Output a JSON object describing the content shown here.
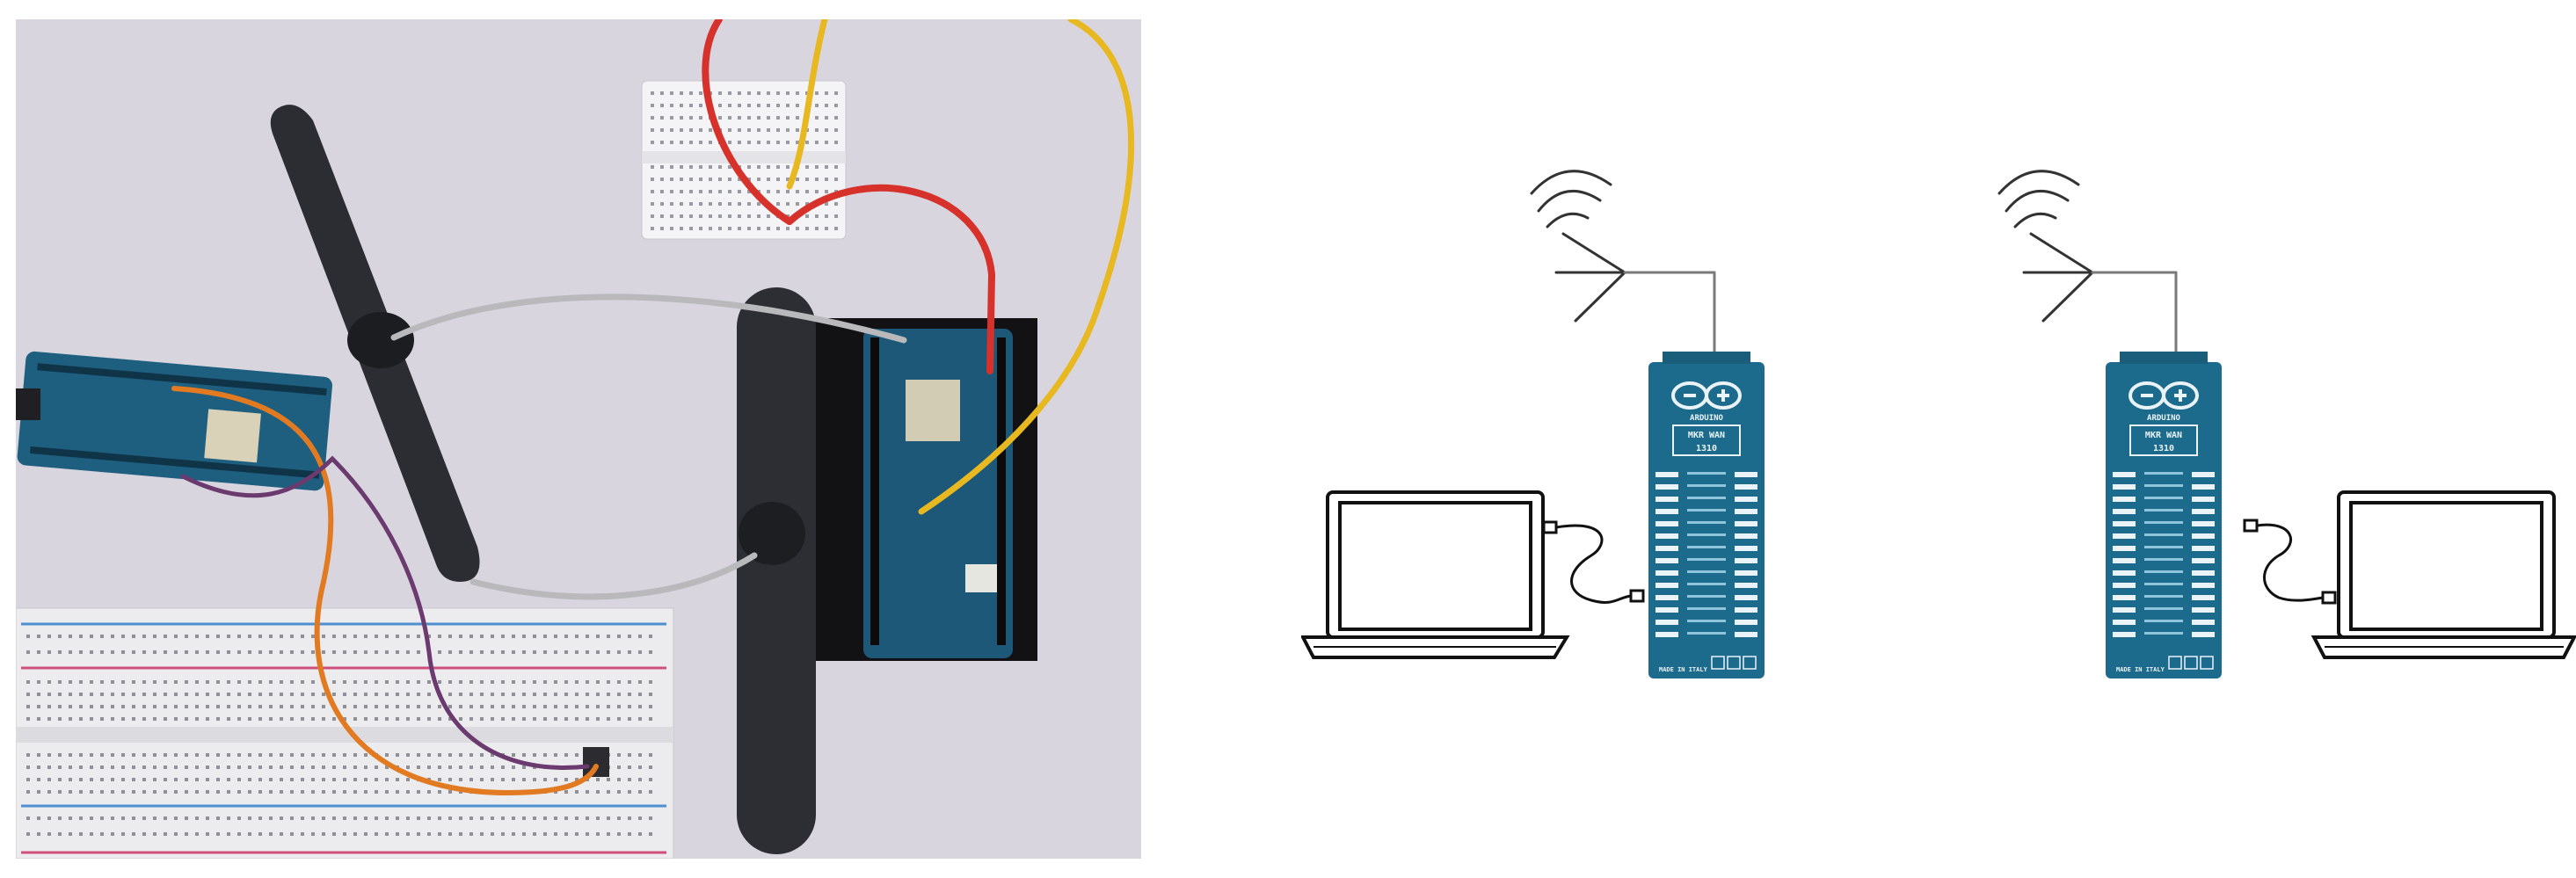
{
  "figure": {
    "left_panel": {
      "kind": "photograph of hardware setup"
    },
    "right_panel": {
      "kind": "schematic",
      "board_labels": {
        "brand": "ARDUINO",
        "model": "MKR WAN",
        "variant": "1310",
        "footer": "MADE IN ITALY"
      }
    }
  },
  "colors": {
    "board_blue": "#1d6b8c",
    "board_dark": "#12506b",
    "wire_red": "#d6322b",
    "wire_yellow": "#e8b820",
    "wire_orange": "#e27a22",
    "wire_purple": "#6b3a6e",
    "wire_gray": "#b9b9bb",
    "antenna_black": "#2a2c30",
    "table_bg": "#d8d4de",
    "line_gray": "#7a7a7a"
  }
}
